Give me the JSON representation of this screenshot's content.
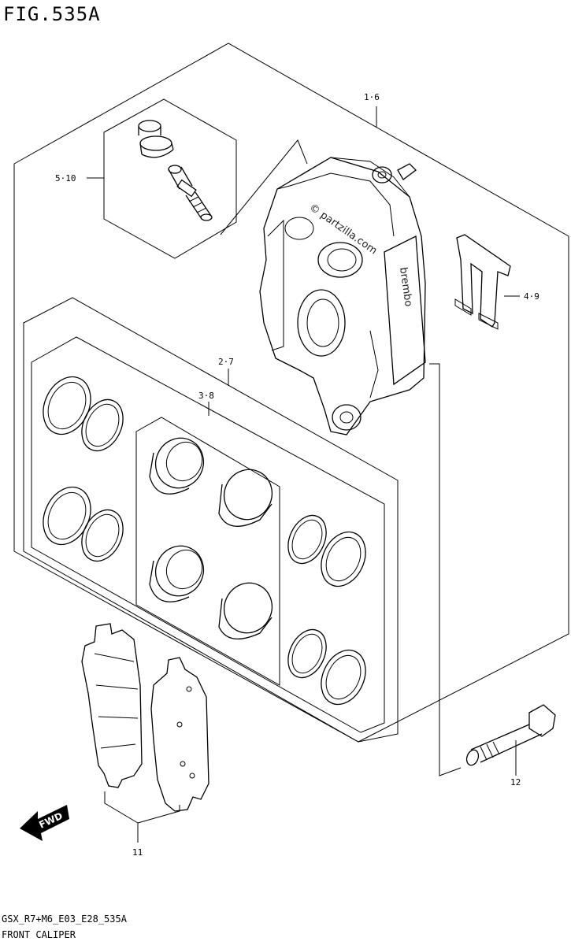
{
  "figure": {
    "title": "FIG.535A",
    "code": "GSX_R7+M6_E03_E28_535A",
    "name": "FRONT CALIPER"
  },
  "watermark": "© partzilla.com",
  "logo_text": "brembo",
  "fwd_label": "FWD",
  "callouts": [
    {
      "id": "1-6",
      "label": "1·6"
    },
    {
      "id": "2-7",
      "label": "2·7"
    },
    {
      "id": "3-8",
      "label": "3·8"
    },
    {
      "id": "4-9",
      "label": "4·9"
    },
    {
      "id": "5-10",
      "label": "5·10"
    },
    {
      "id": "11",
      "label": "11"
    },
    {
      "id": "12",
      "label": "12"
    }
  ]
}
